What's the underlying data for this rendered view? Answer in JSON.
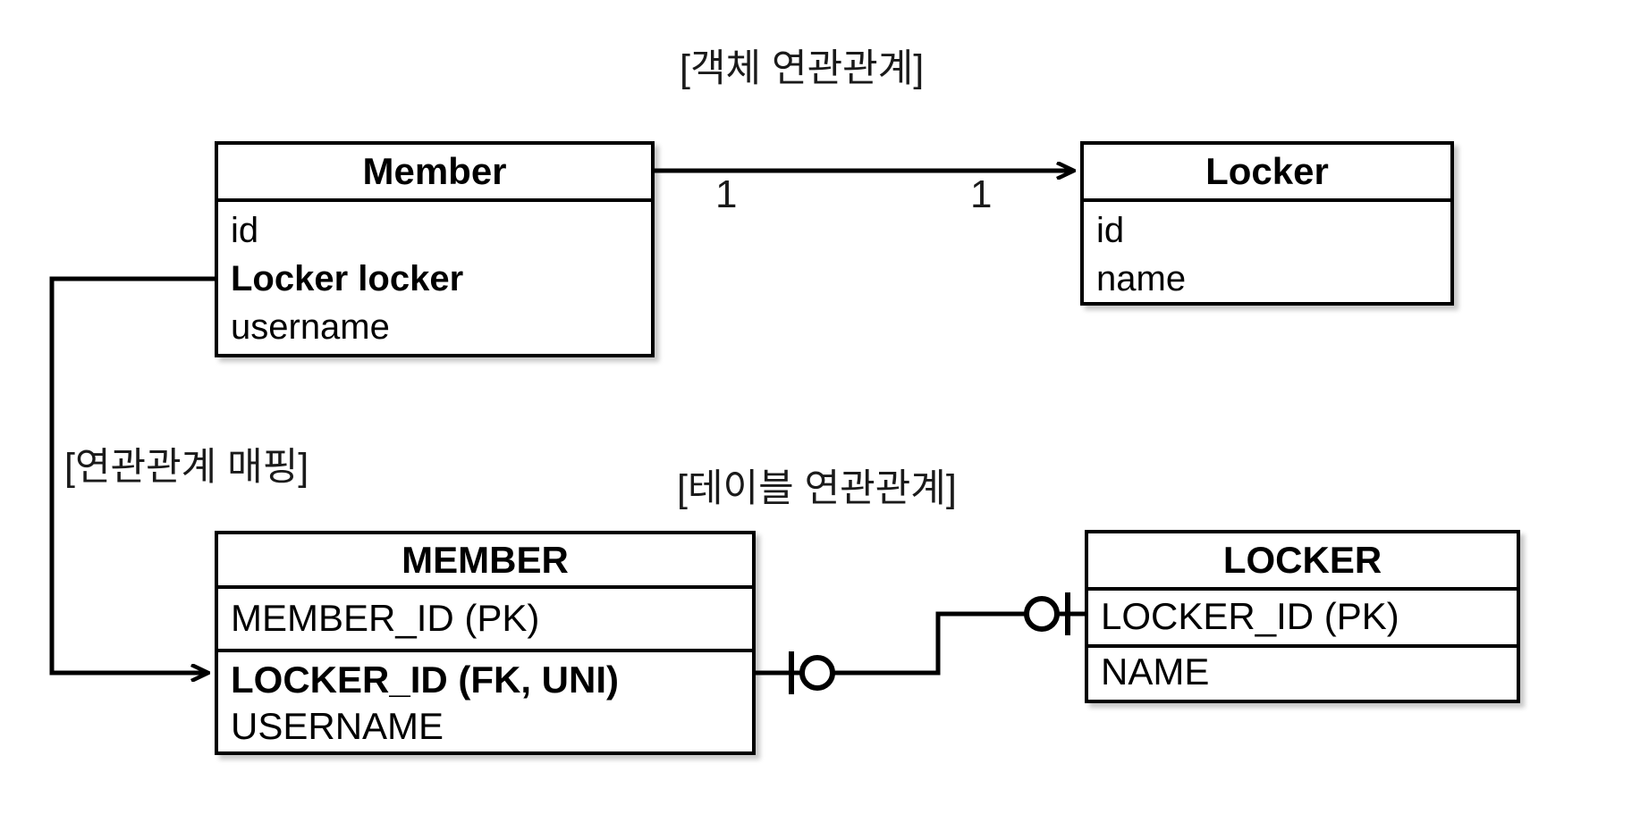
{
  "diagram": {
    "type": "uml-erd-mapping",
    "background": "#ffffff",
    "line_color": "#000000"
  },
  "sections": {
    "object_title": "[객체 연관관계]",
    "mapping_title": "[연관관계 매핑]",
    "table_title": "[테이블 연관관계]"
  },
  "object_model": {
    "member": {
      "title": "Member",
      "fields": [
        {
          "label": "id",
          "bold": false
        },
        {
          "label": "Locker locker",
          "bold": true
        },
        {
          "label": "username",
          "bold": false
        }
      ]
    },
    "locker": {
      "title": "Locker",
      "fields": [
        {
          "label": "id",
          "bold": false
        },
        {
          "label": "name",
          "bold": false
        }
      ]
    },
    "association": {
      "source_multiplicity": "1",
      "target_multiplicity": "1",
      "direction": "Member -> Locker",
      "arrow": "open-arrow"
    }
  },
  "table_model": {
    "member_table": {
      "title": "MEMBER",
      "primary_key": [
        {
          "label": "MEMBER_ID (PK)",
          "bold": false
        }
      ],
      "columns": [
        {
          "label": "LOCKER_ID (FK, UNI)",
          "bold": true
        },
        {
          "label": "USERNAME",
          "bold": false
        }
      ]
    },
    "locker_table": {
      "title": "LOCKER",
      "primary_key": [
        {
          "label": "LOCKER_ID (PK)",
          "bold": false
        }
      ],
      "columns": [
        {
          "label": "NAME",
          "bold": false
        }
      ]
    },
    "relationship": {
      "notation": "crows-foot",
      "left_end": "one-and-only-one",
      "right_end": "one-and-only-one",
      "path": "orthogonal-step"
    }
  },
  "mapping_link": {
    "from": "Member.Locker locker",
    "to": "MEMBER.LOCKER_ID (FK, UNI)",
    "arrow": "open-arrow"
  }
}
